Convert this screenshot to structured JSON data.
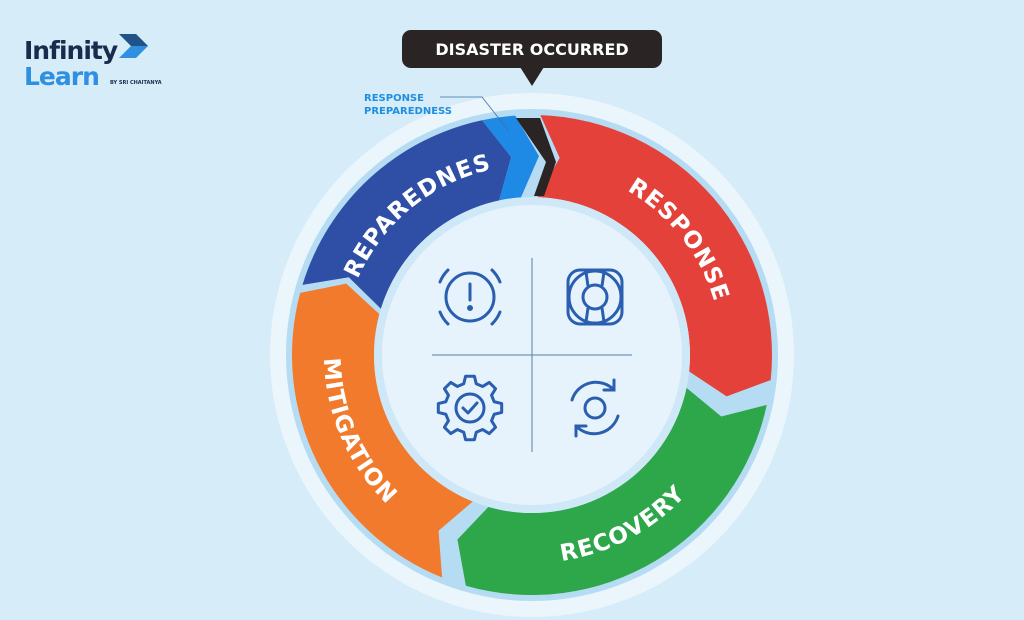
{
  "logo": {
    "line1": "Infinity",
    "line2": "Learn",
    "tagline": "BY SRI CHAITANYA"
  },
  "callout": {
    "label": "DISASTER OCCURRED"
  },
  "note": {
    "line1": "RESPONSE",
    "line2": "PREPAREDNESS"
  },
  "segments": [
    {
      "id": "preparedness",
      "label": "PREPAREDNESS",
      "color": "#2f4ea5"
    },
    {
      "id": "response",
      "label": "RESPONSE",
      "color": "#e4413a"
    },
    {
      "id": "recovery",
      "label": "RECOVERY",
      "color": "#2ea64a"
    },
    {
      "id": "mitigation",
      "label": "MITIGATION",
      "color": "#f27a2c"
    }
  ],
  "response_preparedness_color": "#1e8ae6",
  "icons": [
    "alert-icon",
    "lifebuoy-icon",
    "gear-check-icon",
    "refresh-icon"
  ]
}
